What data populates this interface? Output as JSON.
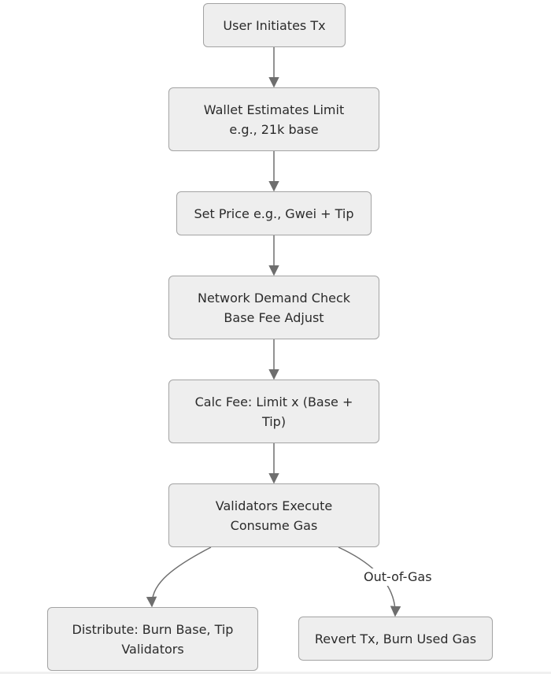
{
  "nodes": {
    "user_initiates": {
      "lines": [
        "User Initiates Tx"
      ]
    },
    "wallet_estimates": {
      "lines": [
        "Wallet Estimates Limit",
        "e.g., 21k base"
      ]
    },
    "set_price": {
      "lines": [
        "Set Price e.g., Gwei + Tip"
      ]
    },
    "network_demand": {
      "lines": [
        "Network Demand Check",
        "Base Fee Adjust"
      ]
    },
    "calc_fee": {
      "lines": [
        "Calc Fee: Limit x (Base +",
        "Tip)"
      ]
    },
    "validators_execute": {
      "lines": [
        "Validators Execute",
        "Consume Gas"
      ]
    },
    "distribute": {
      "lines": [
        "Distribute: Burn Base, Tip",
        "Validators"
      ]
    },
    "revert": {
      "lines": [
        "Revert Tx, Burn Used Gas"
      ]
    }
  },
  "edges": {
    "out_of_gas_label": "Out-of-Gas"
  },
  "colors": {
    "node_fill": "#eeeeee",
    "node_border": "#a3a3a3",
    "edge": "#6e6e6e",
    "text": "#2b2b2b"
  }
}
